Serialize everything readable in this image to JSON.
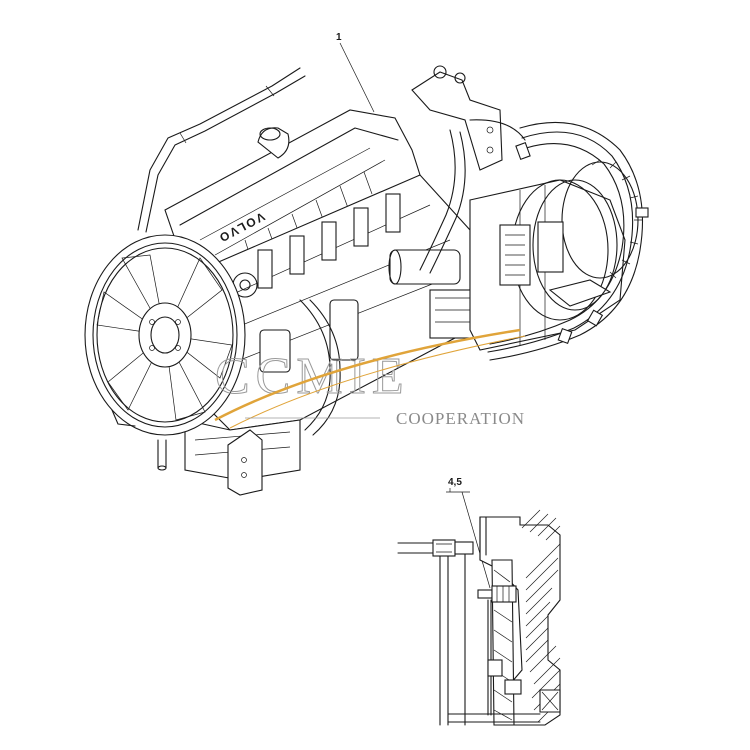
{
  "callouts": {
    "main": "1",
    "detail": "4,5"
  },
  "engine_brand": "VOLVO",
  "watermark": {
    "name": "CCMIE",
    "subtitle": "COOPERATION",
    "accent_color": "#e0a43a",
    "text_color": "#8a8a8a"
  }
}
